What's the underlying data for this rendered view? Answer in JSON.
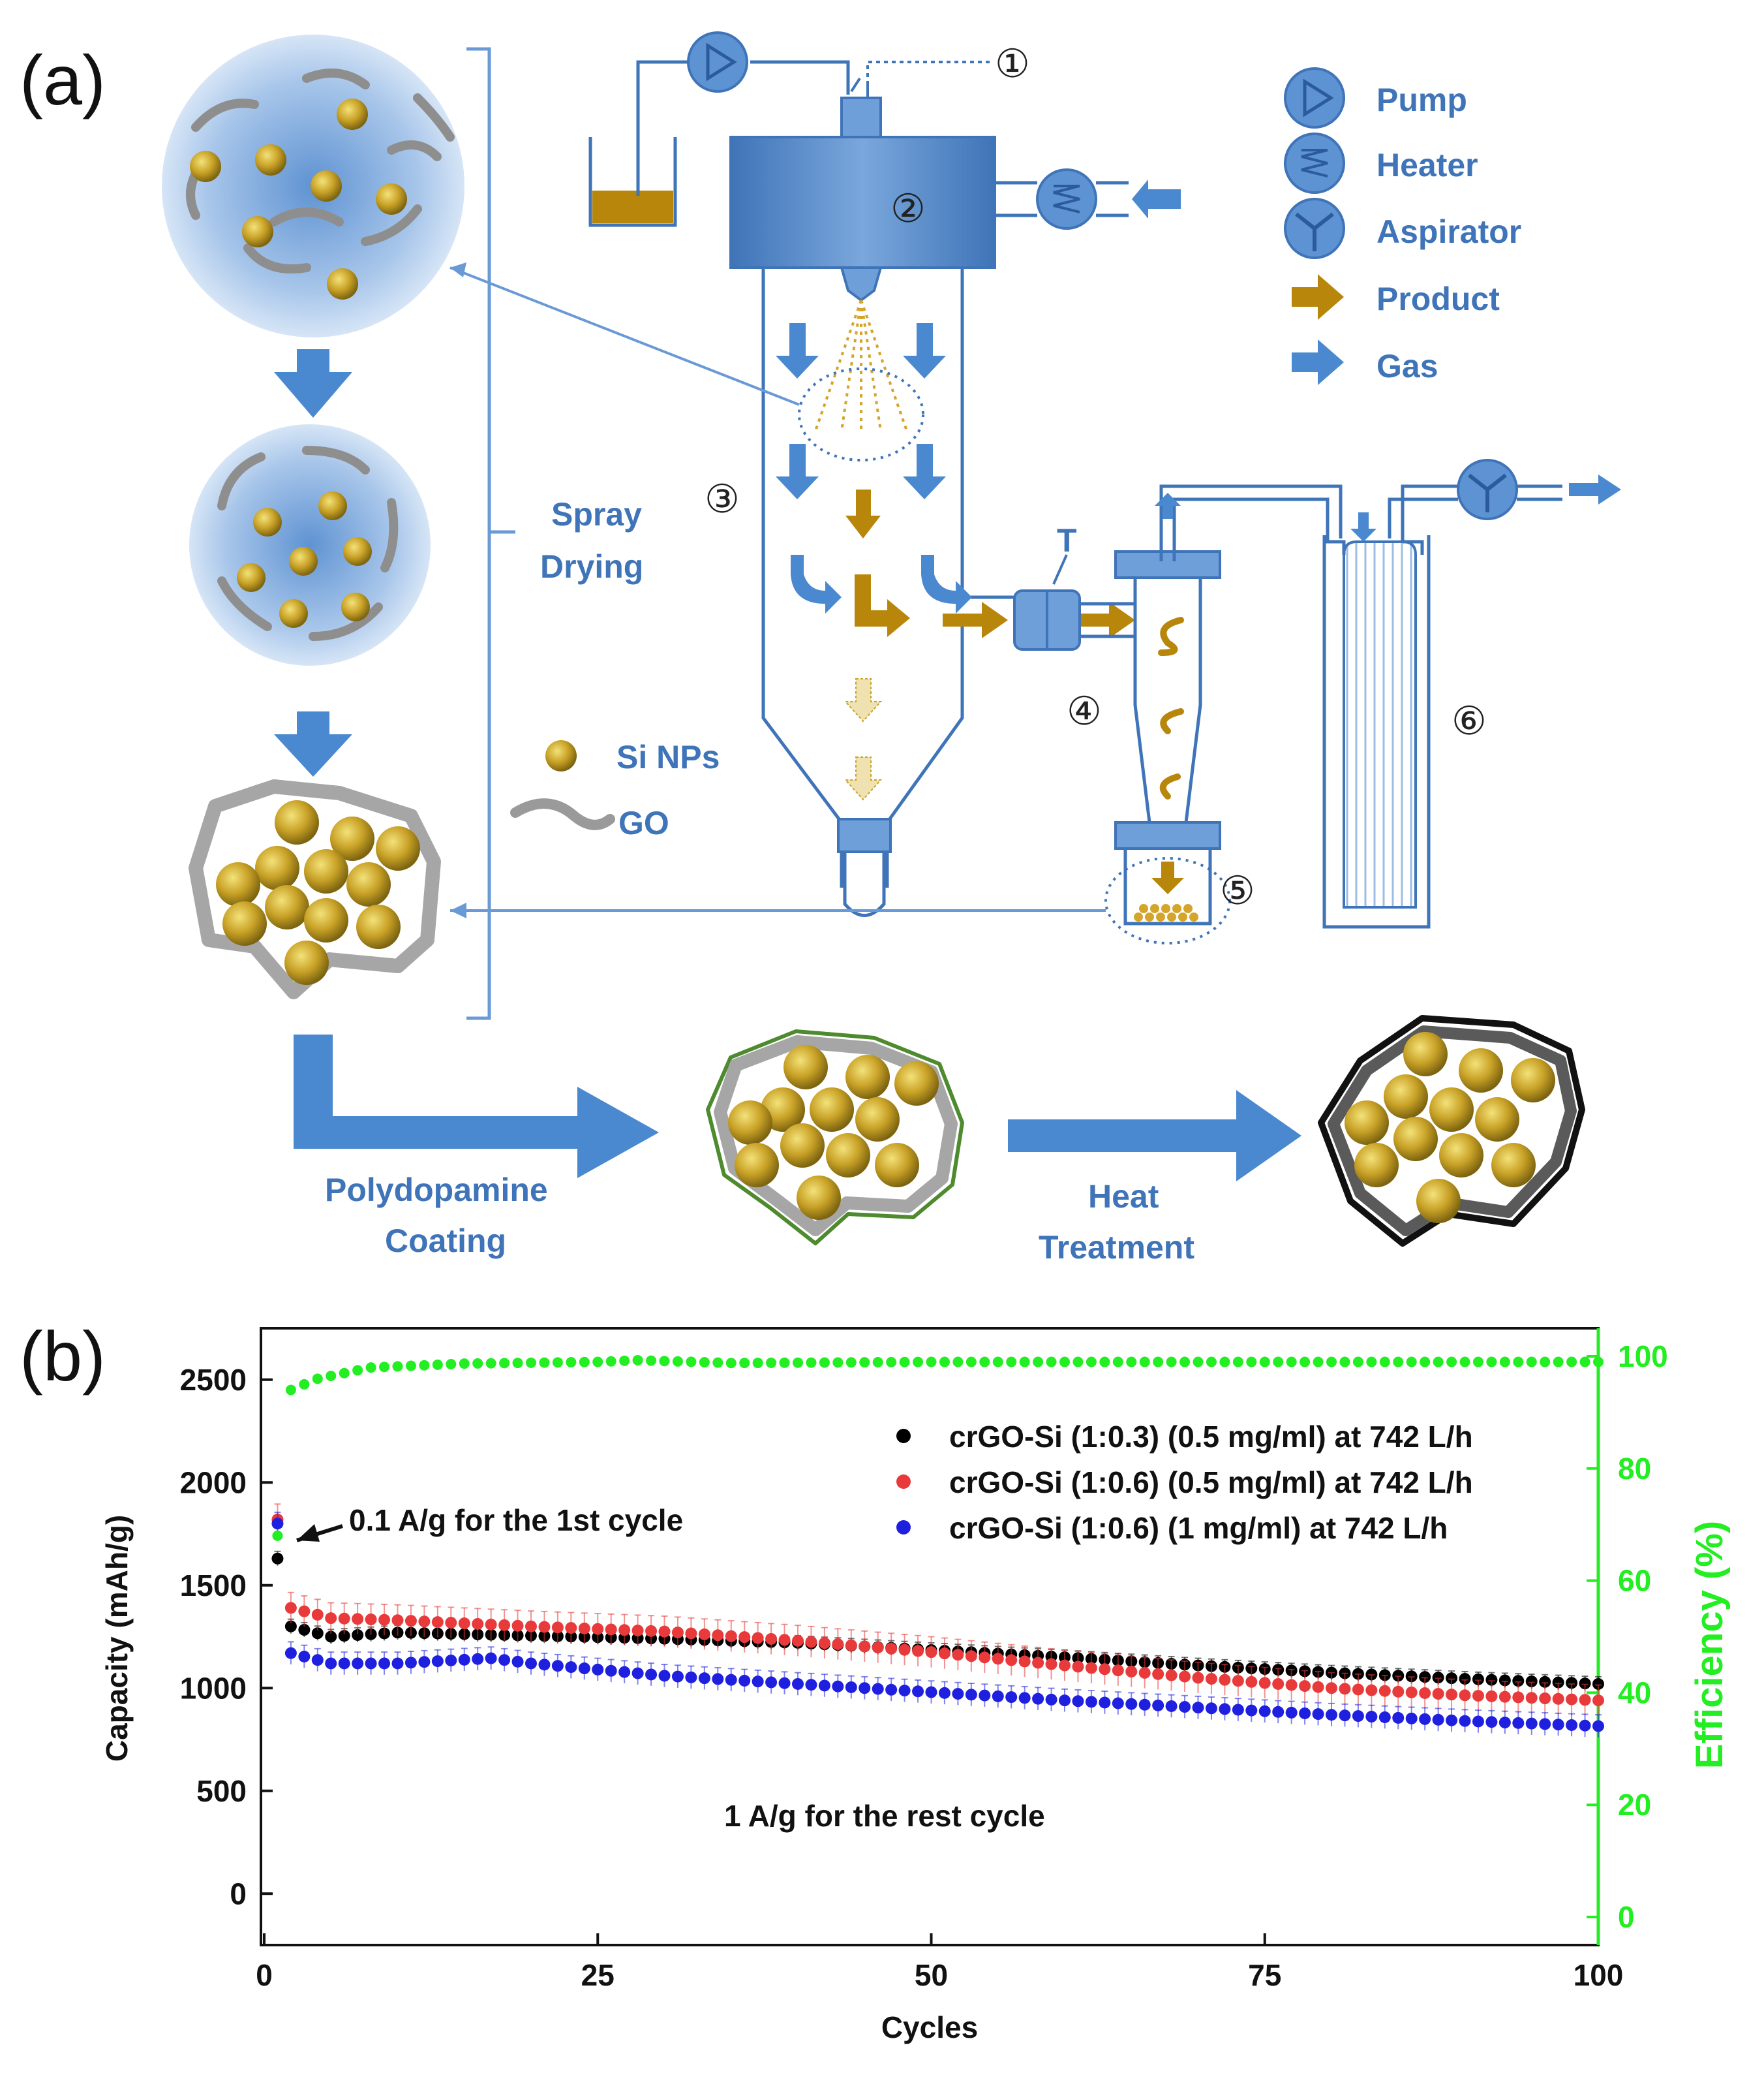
{
  "panel_a": {
    "label": "(a)",
    "legend": {
      "pump": "Pump",
      "heater": "Heater",
      "aspirator": "Aspirator",
      "product": "Product",
      "gas": "Gas"
    },
    "markers": [
      "①",
      "②",
      "③",
      "④",
      "⑤",
      "⑥"
    ],
    "t_label": "T",
    "spray_drying": [
      "Spray",
      "Drying"
    ],
    "si_nps": "Si NPs",
    "go": "GO",
    "polydopamine": [
      "Polydopamine",
      "Coating"
    ],
    "heat_treatment": [
      "Heat",
      "Treatment"
    ],
    "colors": {
      "blue": "#3f74b8",
      "light_blue": "#a9c5e6",
      "gold": "#b8860b",
      "particle": "#c9a227"
    }
  },
  "panel_b": {
    "label": "(b)",
    "annotation_first": "0.1 A/g for the 1st cycle",
    "annotation_rest": "1 A/g for the rest cycle",
    "chart_data": {
      "type": "scatter",
      "xlabel": "Cycles",
      "ylabel": "Capacity (mAh/g)",
      "y2label": "Efficiency (%)",
      "xlim": [
        0,
        100
      ],
      "ylim": [
        -250,
        2750
      ],
      "y2lim": [
        -5,
        105
      ],
      "xticks": [
        "0",
        "25",
        "50",
        "75",
        "100"
      ],
      "yticks": [
        "0",
        "500",
        "1000",
        "1500",
        "2000",
        "2500"
      ],
      "y2ticks": [
        "0",
        "20",
        "40",
        "60",
        "80",
        "100"
      ],
      "legend_position": "top-right",
      "series": [
        {
          "name": "crGO-Si (1:0.3) (0.5 mg/ml) at 742 L/h",
          "color": "#000000",
          "err": 35,
          "points": [
            [
              1,
              1630
            ],
            [
              2,
              1300
            ],
            [
              5,
              1250
            ],
            [
              10,
              1270
            ],
            [
              20,
              1255
            ],
            [
              30,
              1240
            ],
            [
              40,
              1220
            ],
            [
              50,
              1185
            ],
            [
              60,
              1150
            ],
            [
              70,
              1110
            ],
            [
              80,
              1075
            ],
            [
              90,
              1045
            ],
            [
              100,
              1020
            ]
          ]
        },
        {
          "name": "crGO-Si (1:0.6) (0.5 mg/ml) at 742 L/h",
          "color": "#e83a3a",
          "err": 75,
          "points": [
            [
              1,
              1820
            ],
            [
              2,
              1390
            ],
            [
              5,
              1340
            ],
            [
              10,
              1330
            ],
            [
              20,
              1300
            ],
            [
              30,
              1275
            ],
            [
              40,
              1230
            ],
            [
              50,
              1175
            ],
            [
              60,
              1110
            ],
            [
              70,
              1050
            ],
            [
              80,
              1000
            ],
            [
              90,
              965
            ],
            [
              100,
              940
            ]
          ]
        },
        {
          "name": "crGO-Si (1:0.6) (1 mg/ml) at 742 L/h",
          "color": "#1f1fe0",
          "err": 55,
          "points": [
            [
              1,
              1800
            ],
            [
              2,
              1170
            ],
            [
              5,
              1120
            ],
            [
              10,
              1120
            ],
            [
              17,
              1145
            ],
            [
              20,
              1120
            ],
            [
              30,
              1060
            ],
            [
              40,
              1020
            ],
            [
              50,
              980
            ],
            [
              60,
              940
            ],
            [
              70,
              905
            ],
            [
              80,
              870
            ],
            [
              90,
              840
            ],
            [
              100,
              815
            ]
          ]
        },
        {
          "name": "Efficiency",
          "color": "#22ee22",
          "axis": "right",
          "err": 0,
          "points": [
            [
              1,
              68
            ],
            [
              2,
              94
            ],
            [
              4,
              96
            ],
            [
              8,
              98
            ],
            [
              15,
              98.7
            ],
            [
              25,
              99
            ],
            [
              28,
              99.3
            ],
            [
              35,
              98.8
            ],
            [
              50,
              99
            ],
            [
              75,
              99
            ],
            [
              100,
              99
            ]
          ]
        }
      ]
    }
  }
}
